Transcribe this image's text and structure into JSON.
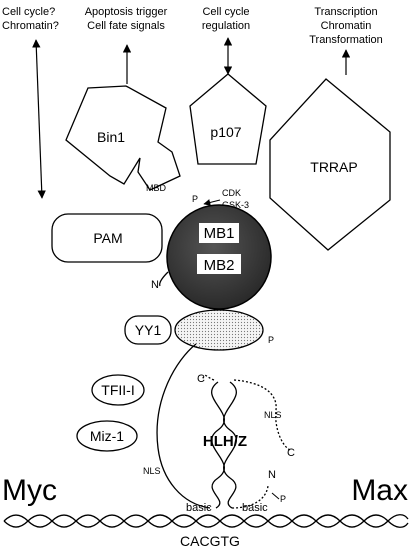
{
  "labels": {
    "cellcycle_chromatin": [
      "Cell cycle?",
      "Chromatin?"
    ],
    "apoptosis": [
      "Apoptosis trigger",
      "Cell fate signals"
    ],
    "cell_cycle_regulation": [
      "Cell cycle",
      "regulation"
    ],
    "trrap_functions": [
      "Transcription",
      "Chromatin",
      "Transformation"
    ]
  },
  "proteins": {
    "bin1": "Bin1",
    "mbd": "MBD",
    "p107": "p107",
    "trrap": "TRRAP",
    "pam": "PAM",
    "mb1": "MB1",
    "mb2": "MB2",
    "yy1": "YY1",
    "tfii_i": "TFII-I",
    "miz1": "Miz-1"
  },
  "kinases": [
    "CDK",
    "GSK-3"
  ],
  "myc": {
    "name": "Myc",
    "n_term": "N",
    "phospho": "P",
    "phospho_yy1": "P",
    "nls": "NLS",
    "basic": "basic",
    "c_term": "C"
  },
  "max": {
    "name": "Max",
    "c_term": "C",
    "nls": "NLS",
    "n_term": "N",
    "phospho": "P",
    "basic": "basic"
  },
  "dimer_domain": "HLH/Z",
  "dna_motif": "CACGTG"
}
